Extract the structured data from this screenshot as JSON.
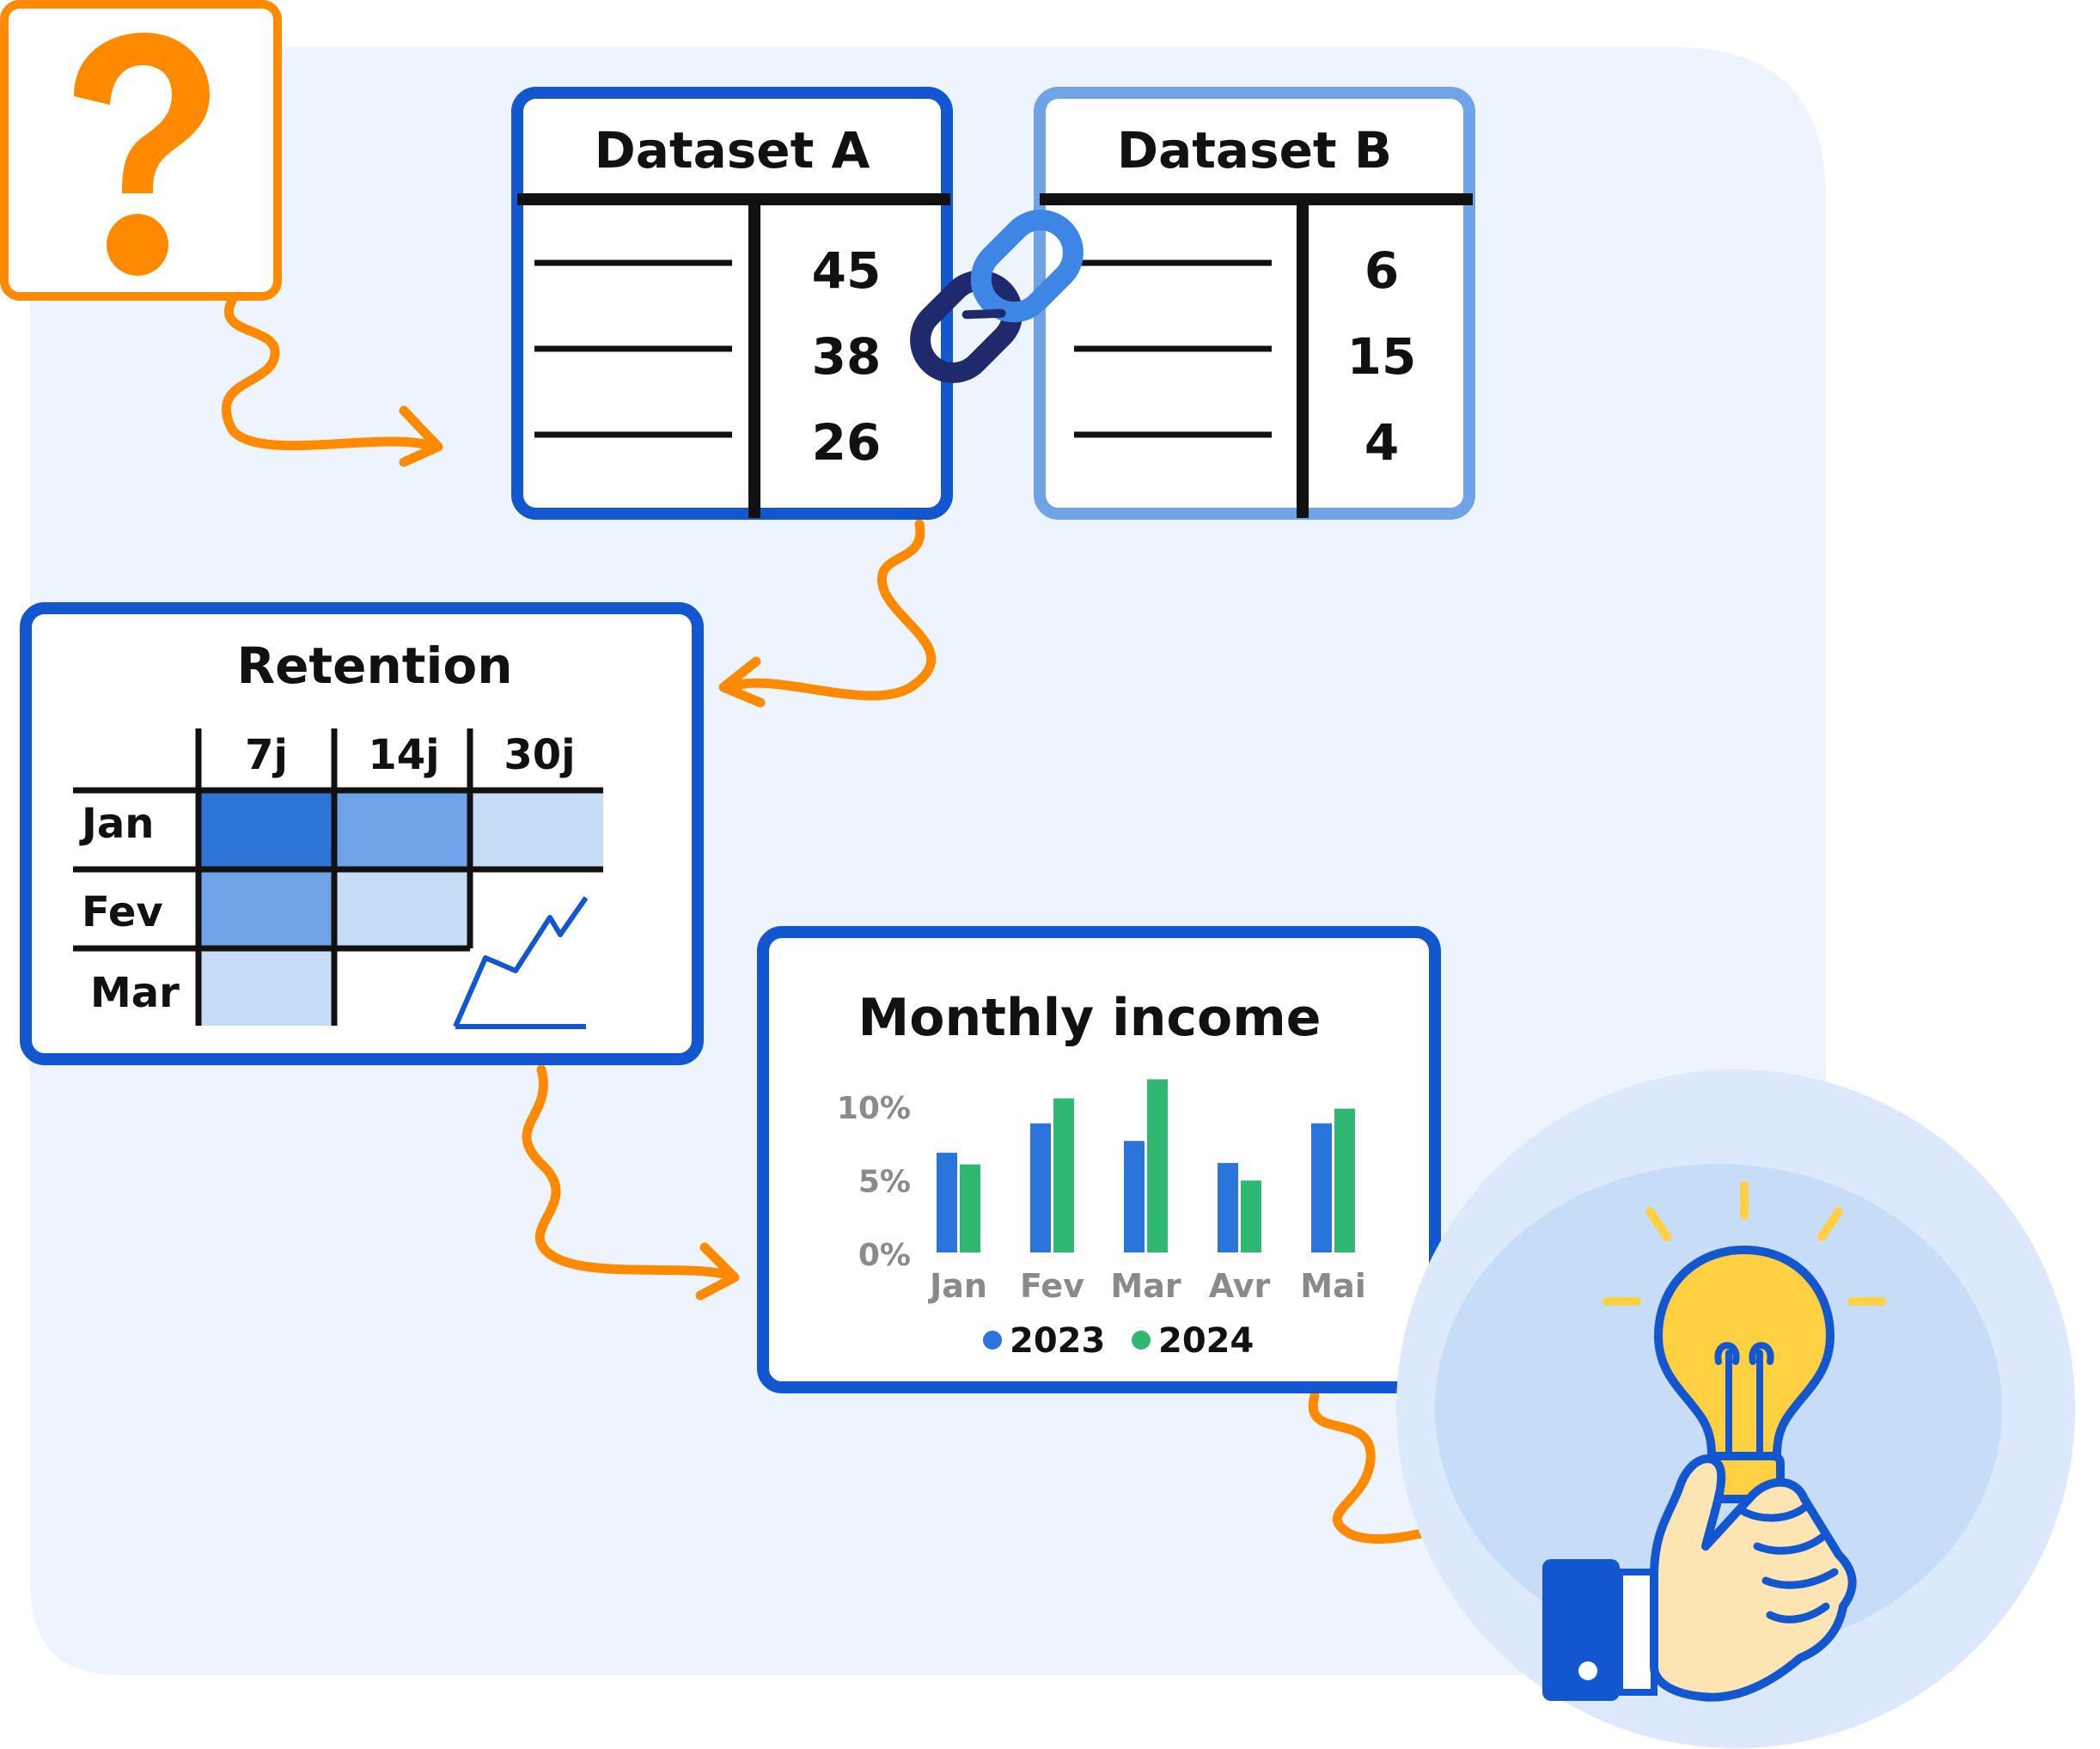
{
  "colors": {
    "accent_orange": "#FF8A00",
    "primary_blue": "#1357D0",
    "light_blue": "#6FA3E8",
    "bg_panel": "#EEF4FD",
    "series_2023": "#2A74DC",
    "series_2024": "#2EB872",
    "bulb_yellow": "#FFD042",
    "hand_skin": "#FDE5B3"
  },
  "icons": {
    "question": "question-mark-icon",
    "link": "chain-link-icon",
    "trend": "trend-up-icon",
    "insight": "lightbulb-hand-icon"
  },
  "question_box": {
    "symbol": "?"
  },
  "dataset_a": {
    "title": "Dataset A",
    "values": [
      "45",
      "38",
      "26"
    ]
  },
  "dataset_b": {
    "title": "Dataset B",
    "values": [
      "6",
      "15",
      "4"
    ]
  },
  "retention": {
    "title": "Retention",
    "columns": [
      "7j",
      "14j",
      "30j"
    ],
    "rows": [
      "Jan",
      "Fev",
      "Mar"
    ]
  },
  "income": {
    "title": "Monthly income",
    "legend": [
      "2023",
      "2024"
    ]
  },
  "chart_data": {
    "type": "bar",
    "title": "Monthly income",
    "categories": [
      "Jan",
      "Fev",
      "Mar",
      "Avr",
      "Mai"
    ],
    "series": [
      {
        "name": "2023",
        "values": [
          6.8,
          8.8,
          7.6,
          6.1,
          8.8
        ]
      },
      {
        "name": "2024",
        "values": [
          6.0,
          10.5,
          11.8,
          4.9,
          9.8
        ]
      }
    ],
    "yticks": [
      "0%",
      "5%",
      "10%"
    ],
    "ylim": [
      0,
      12
    ],
    "legend_position": "bottom"
  }
}
